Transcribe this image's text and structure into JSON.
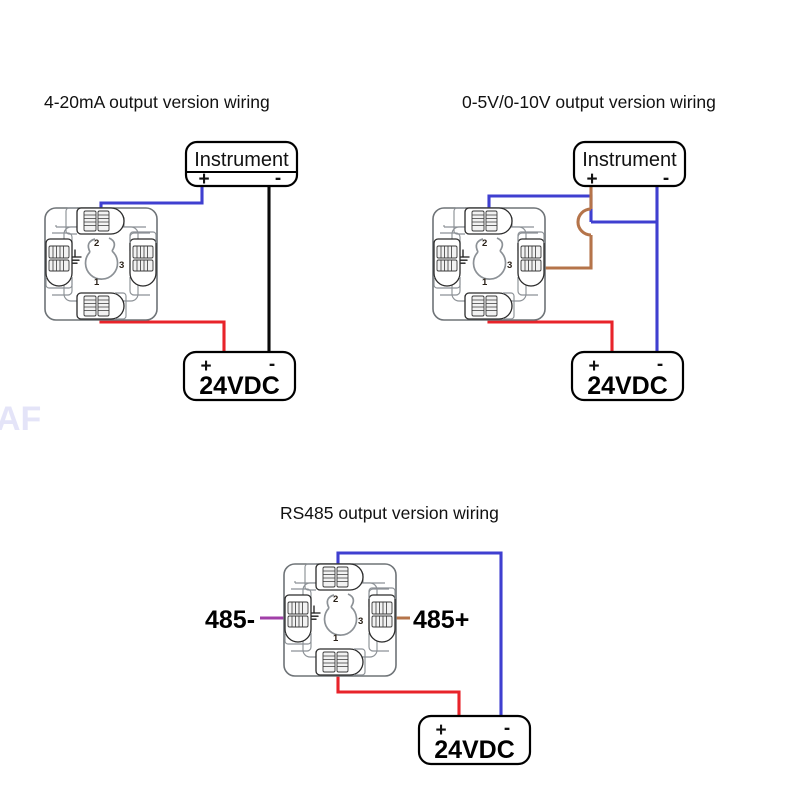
{
  "page": {
    "background": "#ffffff",
    "watermark": "AF"
  },
  "palette": {
    "blue": "#3f3fd0",
    "red": "#e8232a",
    "black": "#0a0a0a",
    "brown": "#b5744a",
    "purple": "#a13fa8",
    "device_outline": "#6e7377",
    "text": "#111111"
  },
  "diagrams": [
    {
      "id": "diagram-4-20ma",
      "title": "4-20mA output version wiring",
      "device": {
        "terminals": [
          {
            "id": "1",
            "label": "1",
            "position": "bottom"
          },
          {
            "id": "2",
            "label": "2",
            "position": "top"
          },
          {
            "id": "3",
            "label": "3",
            "position": "right"
          },
          {
            "id": "gnd",
            "label": "ground-symbol",
            "position": "left"
          }
        ]
      },
      "boxes": [
        {
          "id": "instrument",
          "label": "Instrument",
          "plus": "+",
          "minus": "-",
          "bold": false
        },
        {
          "id": "power",
          "label": "24VDC",
          "plus": "+",
          "minus": "-",
          "bold": true
        }
      ],
      "connections": [
        {
          "from": "terminal-2",
          "to": "instrument-plus",
          "color": "#3f3fd0",
          "name": "signal-wire-blue"
        },
        {
          "from": "terminal-1",
          "to": "power-plus",
          "color": "#e8232a",
          "name": "power-wire-red"
        },
        {
          "from": "instrument-minus",
          "to": "power-minus",
          "color": "#0a0a0a",
          "name": "return-wire-black"
        }
      ]
    },
    {
      "id": "diagram-0-5v-0-10v",
      "title": "0-5V/0-10V output version wiring",
      "device": {
        "terminals": [
          {
            "id": "1",
            "label": "1",
            "position": "bottom"
          },
          {
            "id": "2",
            "label": "2",
            "position": "top"
          },
          {
            "id": "3",
            "label": "3",
            "position": "right"
          },
          {
            "id": "gnd",
            "label": "ground-symbol",
            "position": "left"
          }
        ]
      },
      "boxes": [
        {
          "id": "instrument",
          "label": "Instrument",
          "plus": "+",
          "minus": "-",
          "bold": false
        },
        {
          "id": "power",
          "label": "24VDC",
          "plus": "+",
          "minus": "-",
          "bold": true
        }
      ],
      "connections": [
        {
          "from": "terminal-2",
          "to": "instrument-minus",
          "color": "#3f3fd0",
          "name": "signal-wire-blue"
        },
        {
          "from": "terminal-3",
          "to": "instrument-plus",
          "color": "#b5744a",
          "name": "signal-wire-brown"
        },
        {
          "from": "terminal-1",
          "to": "power-plus",
          "color": "#e8232a",
          "name": "power-wire-red"
        },
        {
          "from": "instrument-minus",
          "to": "power-minus",
          "color": "#3f3fd0",
          "name": "return-wire-blue"
        }
      ]
    },
    {
      "id": "diagram-rs485",
      "title": "RS485 output version wiring",
      "device": {
        "terminals": [
          {
            "id": "1",
            "label": "1",
            "position": "bottom"
          },
          {
            "id": "2",
            "label": "2",
            "position": "top"
          },
          {
            "id": "3",
            "label": "3",
            "position": "right"
          },
          {
            "id": "gnd",
            "label": "ground-symbol",
            "position": "left"
          }
        ]
      },
      "labels": [
        {
          "id": "rs485-minus",
          "text": "485-",
          "side": "left",
          "color": "#a13fa8"
        },
        {
          "id": "rs485-plus",
          "text": "485+",
          "side": "right",
          "color": "#b5744a"
        }
      ],
      "boxes": [
        {
          "id": "power",
          "label": "24VDC",
          "plus": "+",
          "minus": "-",
          "bold": true
        }
      ],
      "connections": [
        {
          "from": "terminal-2",
          "to": "power-minus",
          "color": "#3f3fd0",
          "name": "return-wire-blue"
        },
        {
          "from": "terminal-1",
          "to": "power-plus",
          "color": "#e8232a",
          "name": "power-wire-red"
        },
        {
          "from": "terminal-left",
          "to": "rs485-minus",
          "color": "#a13fa8",
          "name": "rs485-minus-wire"
        },
        {
          "from": "terminal-3",
          "to": "rs485-plus",
          "color": "#b5744a",
          "name": "rs485-plus-wire"
        }
      ]
    }
  ]
}
